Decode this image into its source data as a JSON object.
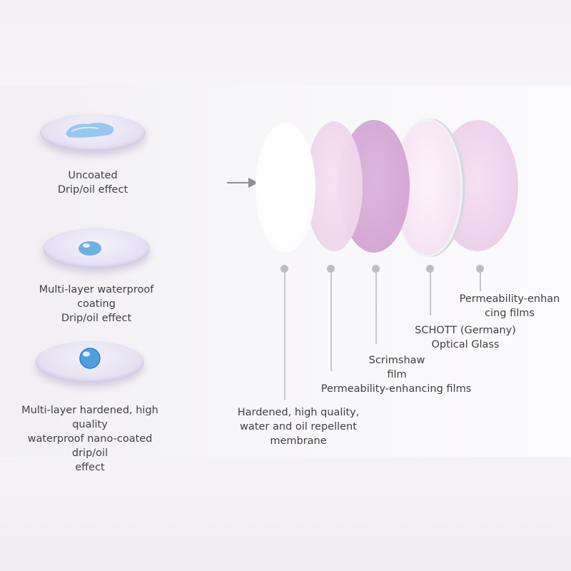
{
  "samples": [
    {
      "caption": "Uncoated\nDrip/oil effect",
      "icon": "water-smear-icon"
    },
    {
      "caption": "Multi-layer waterproof\ncoating\nDrip/oil effect",
      "icon": "water-drop-icon"
    },
    {
      "caption": "Multi-layer hardened, high quality\nwaterproof nano-coated drip/oil\neffect",
      "icon": "water-bead-icon"
    }
  ],
  "layers": [
    {
      "label": "Hardened, high quality,\nwater and oil repellent\nmembrane",
      "color": "#ffffff"
    },
    {
      "label": "Permeability-enhancing films",
      "color": "#efd6ee"
    },
    {
      "label": "Scrimshaw\nfilm",
      "color": "#d7aed7"
    },
    {
      "label": "SCHOTT (Germany)\nOptical Glass",
      "color": "#f7e4f3"
    },
    {
      "label": "Permeability-enhan\ncing films",
      "color": "#efd2ec"
    }
  ],
  "colors": {
    "accent": "#d7aed7",
    "leader": "#c6c6cb",
    "text": "#3f3f44"
  }
}
